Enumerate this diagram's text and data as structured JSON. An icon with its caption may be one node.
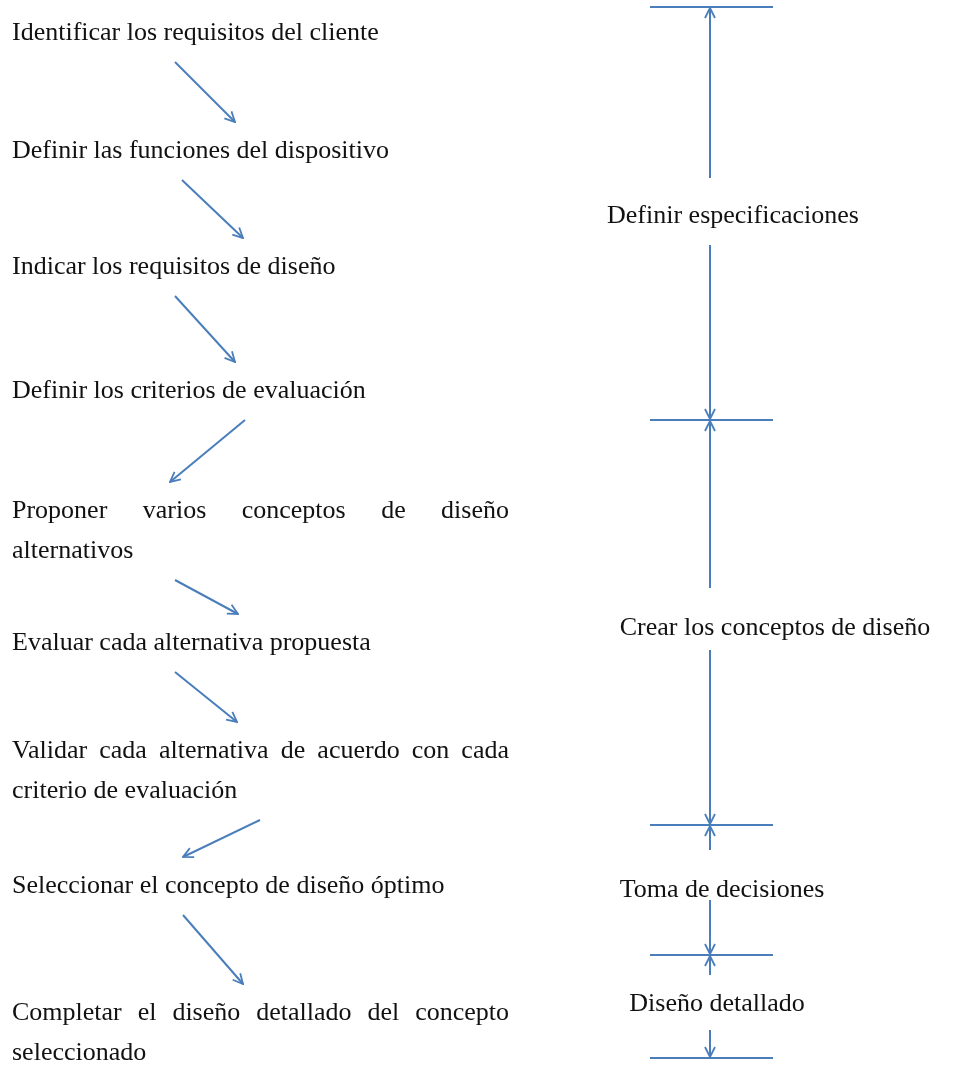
{
  "diagram": {
    "nodes": [
      {
        "text": [
          "Identificar los requisitos del cliente"
        ]
      },
      {
        "text": [
          "Definir las funciones del dispositivo"
        ]
      },
      {
        "text": [
          "Indicar los requisitos de diseño"
        ]
      },
      {
        "text": [
          "Definir los criterios de evaluación"
        ]
      },
      {
        "text": [
          "Proponer varios conceptos de diseño alternativos"
        ]
      },
      {
        "text": [
          "Evaluar cada alternativa propuesta"
        ]
      },
      {
        "text": [
          "Validar cada alternativa de acuerdo con cada criterio de evaluación"
        ]
      },
      {
        "text": [
          "Seleccionar el concepto de diseño óptimo"
        ]
      },
      {
        "text": [
          "Completar el diseño detallado del concepto seleccionado"
        ]
      }
    ],
    "edges": [
      {
        "from": 0,
        "to": 1,
        "arrow": "to"
      },
      {
        "from": 1,
        "to": 2,
        "arrow": "to"
      },
      {
        "from": 2,
        "to": 3,
        "arrow": "to"
      },
      {
        "from": 3,
        "to": 4,
        "arrow": "to"
      },
      {
        "from": 4,
        "to": 5,
        "arrow": "to"
      },
      {
        "from": 5,
        "to": 6,
        "arrow": "to"
      },
      {
        "from": 6,
        "to": 7,
        "arrow": "to"
      },
      {
        "from": 7,
        "to": 8,
        "arrow": "to"
      }
    ],
    "labels": [
      "Definir especificaciones",
      "Crear los conceptos de diseño",
      "Toma de decisiones",
      "Diseño detallado"
    ]
  }
}
